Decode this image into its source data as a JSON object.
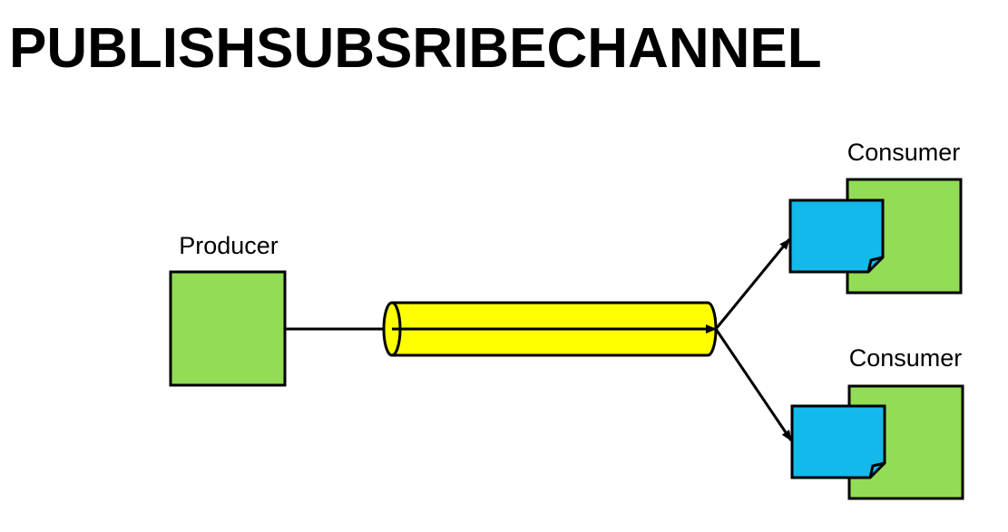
{
  "title": "PUBLISHSUBSRIBECHANNEL",
  "producer": {
    "label": "Producer",
    "color": "#92dd55"
  },
  "channel": {
    "color": "#ffff00"
  },
  "consumers": [
    {
      "label": "Consumer",
      "color": "#92dd55",
      "message_color": "#13b9ea"
    },
    {
      "label": "Consumer",
      "color": "#92dd55",
      "message_color": "#13b9ea"
    }
  ]
}
